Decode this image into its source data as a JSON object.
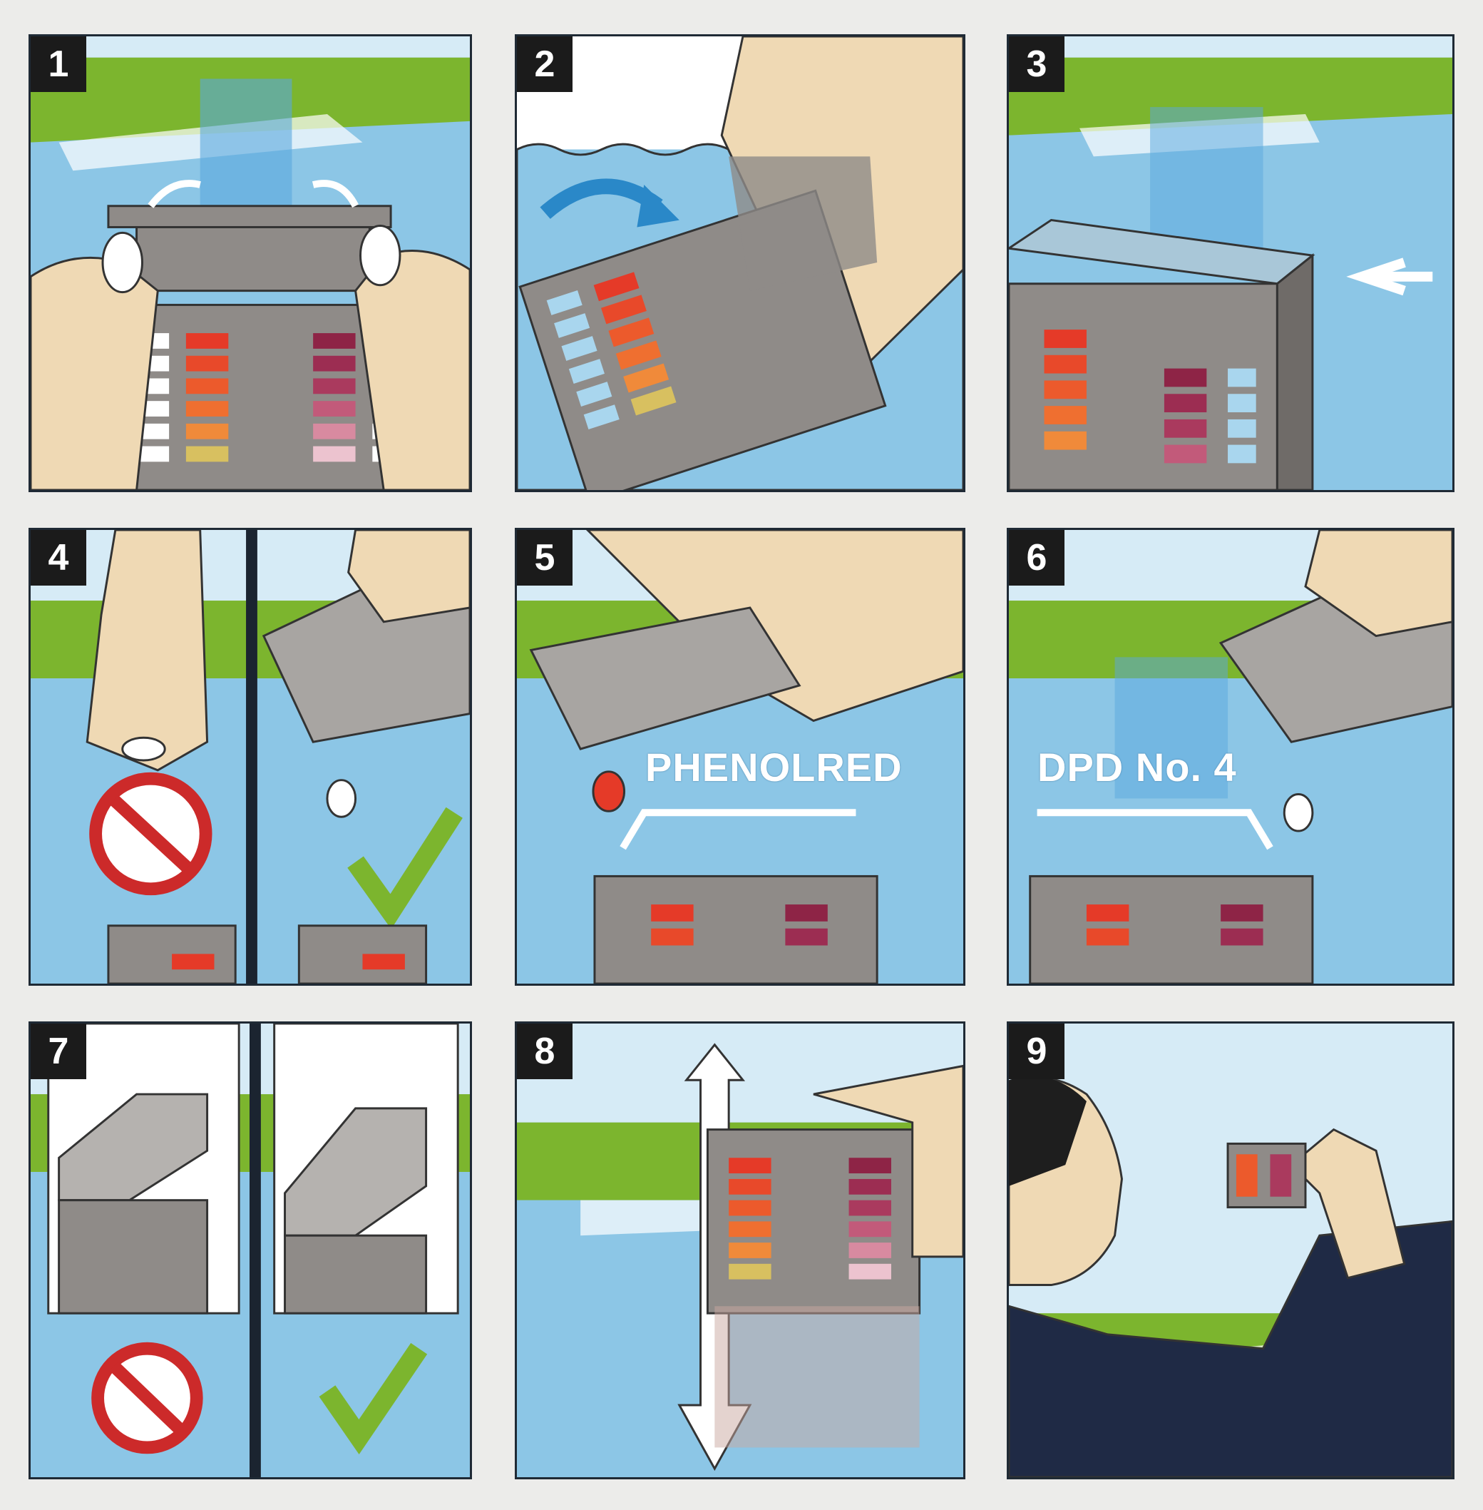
{
  "panels": [
    {
      "number": "1"
    },
    {
      "number": "2"
    },
    {
      "number": "3"
    },
    {
      "number": "4"
    },
    {
      "number": "5",
      "label": "PHENOLRED"
    },
    {
      "number": "6",
      "label": "DPD No. 4"
    },
    {
      "number": "7"
    },
    {
      "number": "8"
    },
    {
      "number": "9"
    }
  ],
  "colors": {
    "water": "#8cc6e6",
    "sky": "#d6ebf6",
    "grass": "#7cb52e",
    "device": "#8f8b88",
    "skin": "#efd9b4",
    "red_scale": [
      "#e53a28",
      "#e8492a",
      "#ec5a2c",
      "#ef6f30",
      "#f08a3a",
      "#d8c060"
    ],
    "purple_scale": [
      "#8e2446",
      "#9c2d52",
      "#aa3a5e",
      "#c25a7a",
      "#d88aa0",
      "#ecc3cf"
    ],
    "forbidden": "#cc2a2a",
    "check": "#7cb52e"
  }
}
